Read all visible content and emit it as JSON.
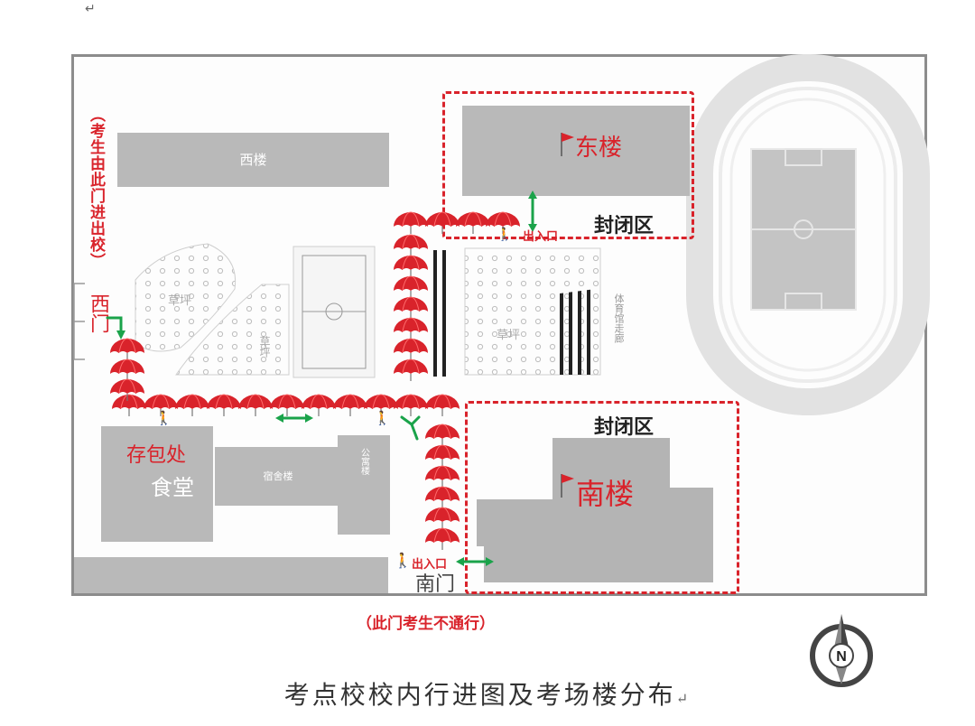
{
  "page": {
    "top_mark": "↵"
  },
  "buildings": {
    "west": "西楼",
    "east": "东楼",
    "south": "南楼",
    "canteen": "食堂",
    "dorm": "宿舍楼",
    "apartment": "公寓楼",
    "gym_corridor": "体育馆走廊",
    "field_left": "草坪",
    "field_mid": "草坪",
    "field_right": "草坪"
  },
  "zones": {
    "closed_top": "封闭区",
    "closed_bottom": "封闭区"
  },
  "labels": {
    "baggage": "存包处",
    "west_gate": "西门",
    "south_gate": "南门",
    "entry_note": "（考生由此门进出校）",
    "no_pass_note": "（此门考生不通行）",
    "exit_entry_top": "出入口",
    "exit_entry_bottom": "出入口",
    "compass": "N"
  },
  "caption": {
    "text": "考点校校内行进图及考场楼分布",
    "return_mark": "↵"
  },
  "colors": {
    "flag": "#d9232b",
    "arrow": "#1aa34a",
    "building": "#b9b9b9",
    "umbrella": "#d9232b"
  },
  "icons": [
    "flag-icon",
    "umbrella-icon",
    "arrow-icon",
    "walker-icon",
    "compass-icon"
  ]
}
